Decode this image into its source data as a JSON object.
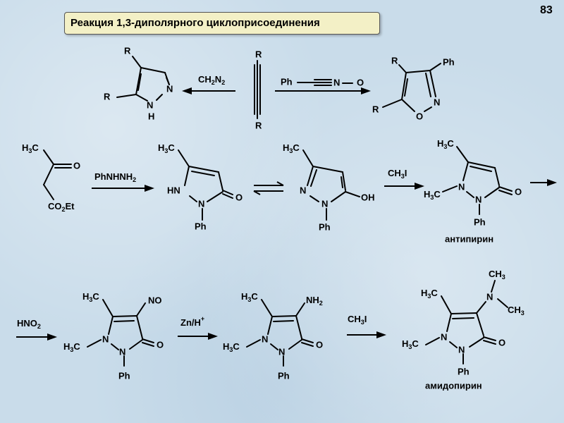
{
  "header": {
    "title": "Реакция 1,3-диполярного циклоприсоединения",
    "page_number": "83"
  },
  "labels": {
    "R": "R",
    "Ph": "Ph",
    "N": "N",
    "H": "H",
    "O": "O",
    "NH": "NH",
    "OH": "OH",
    "HN": "HN",
    "NO": "NO",
    "NH2": "NH",
    "CH3": "CH",
    "H3C": "H",
    "C": "C",
    "ET": "Et",
    "two": "2",
    "three": "3",
    "plus": "+"
  },
  "reagents": {
    "diazomethane": "CH",
    "phenylhydrazine": "PhNHNH",
    "methyl_iodide": "CH",
    "iodide": "I",
    "nitrous_acid": "HNO",
    "zinc_acid": "Zn/H",
    "ester_group": "CO"
  },
  "names": {
    "antipyrine": "антипирин",
    "amidopyrine": "амидопирин"
  }
}
